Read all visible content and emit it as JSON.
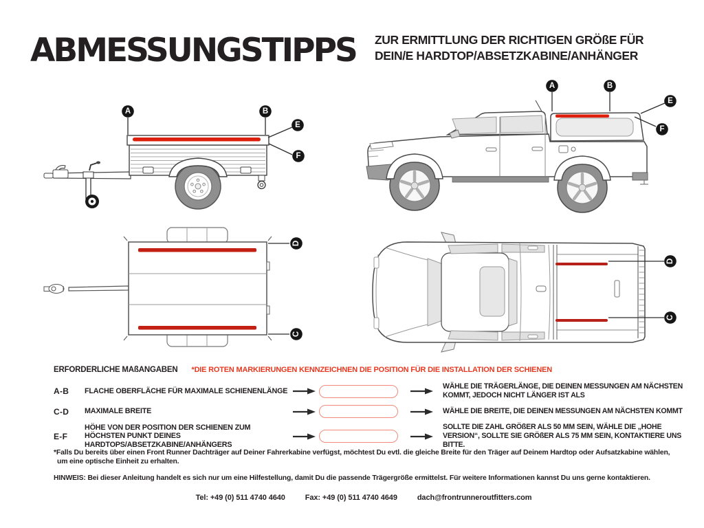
{
  "header": {
    "title": "ABMESSUNGSTIPPS",
    "subtitle_line1": "ZUR ERMITTLUNG DER RICHTIGEN GRÖßE FÜR",
    "subtitle_line2": "DEIN/E HARDTOP/ABSETZKABINE/ANHÄNGER"
  },
  "diagrams": {
    "trailer_side": {
      "markers": {
        "a": "A",
        "b": "B",
        "e": "E",
        "f": "F"
      }
    },
    "trailer_top": {
      "markers": {
        "d": "D",
        "c": "C"
      }
    },
    "truck_side": {
      "markers": {
        "a": "A",
        "b": "B",
        "e": "E",
        "f": "F"
      }
    },
    "truck_top": {
      "markers": {
        "d": "D",
        "c": "C"
      }
    }
  },
  "measurements": {
    "section_title": "ERFORDERLICHE MAßANGABEN",
    "legend_note": "*DIE ROTEN MARKIERUNGEN KENNZEICHNEN DIE POSITION FÜR DIE INSTALLATION DER SCHIENEN",
    "rows": [
      {
        "code": "A-B",
        "description": "FLACHE OBERFLÄCHE FÜR MAXIMALE SCHIENENLÄNGE",
        "input_value": "",
        "instruction": "WÄHLE DIE TRÄGERLÄNGE, DIE DEINEN MESSUNGEN AM NÄCHSTEN KOMMT, JEDOCH NICHT LÄNGER IST ALS"
      },
      {
        "code": "C-D",
        "description": "MAXIMALE BREITE",
        "input_value": "",
        "instruction": "WÄHLE DIE BREITE, DIE DEINEN MESSUNGEN AM NÄCHSTEN KOMMT"
      },
      {
        "code": "E-F",
        "description": "HÖHE VON DER POSITION DER SCHIENEN ZUM HÖCHSTEN PUNKT DEINES HARDTOPS/ABSETZKABINE/ANHÄNGERS",
        "input_value": "",
        "instruction": "SOLLTE DIE ZAHL GRÖßER ALS 50 MM SEIN, WÄHLE DIE „HOHE VERSION“, SOLLTE SIE GRÖßER ALS 75 MM SEIN, KONTAKTIERE UNS BITTE."
      }
    ]
  },
  "notes": {
    "footnote_line1": "*Falls Du bereits über einen Front Runner Dachträger auf Deiner Fahrerkabine verfügst, möchtest Du evtl. die gleiche Breite für den Träger auf Deinem Hardtop oder Aufsatzkabine wählen,",
    "footnote_line2": "um eine optische Einheit zu erhalten.",
    "hinweis": "HINWEIS: Bei dieser Anleitung handelt es sich nur um eine Hilfestellung, damit Du die passende Trägergröße ermittelst. Für weitere Informationen kannst Du uns gerne kontaktieren."
  },
  "footer": {
    "tel": "Tel: +49 (0) 511 4740 4640",
    "fax": "Fax: +49 (0) 511 4740 4649",
    "email": "dach@frontrunneroutfitters.com"
  },
  "colors": {
    "accent_red_text": "#e8381f",
    "rail_stripe_red": "#dd1f0e",
    "top_view_stripe_red": "#b7211a",
    "input_pill_border": "#f2897a",
    "marker_black": "#161616",
    "text_black": "#231f20"
  }
}
